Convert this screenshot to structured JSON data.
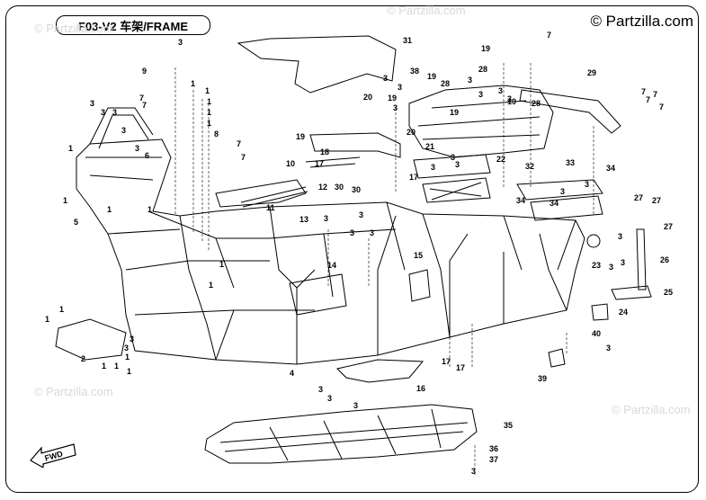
{
  "title": "F03-V2 车架/FRAME",
  "copyright": "© Partzilla.com",
  "watermark": "© Partzilla.com",
  "fwd_label": "FWD",
  "callouts": [
    {
      "id": "c1",
      "label": "3"
    },
    {
      "id": "c2",
      "label": "9"
    },
    {
      "id": "c3",
      "label": "3"
    },
    {
      "id": "c4",
      "label": "3"
    },
    {
      "id": "c5",
      "label": "3"
    },
    {
      "id": "c6",
      "label": "3"
    },
    {
      "id": "c7",
      "label": "7"
    },
    {
      "id": "c8",
      "label": "7"
    },
    {
      "id": "c9",
      "label": "1"
    },
    {
      "id": "c10",
      "label": "1"
    },
    {
      "id": "c11",
      "label": "1"
    },
    {
      "id": "c12",
      "label": "1"
    },
    {
      "id": "c13",
      "label": "1"
    },
    {
      "id": "c14",
      "label": "8"
    },
    {
      "id": "c15",
      "label": "7"
    },
    {
      "id": "c16",
      "label": "7"
    },
    {
      "id": "c17",
      "label": "6"
    },
    {
      "id": "c18",
      "label": "3"
    },
    {
      "id": "c19",
      "label": "1"
    },
    {
      "id": "c20",
      "label": "5"
    },
    {
      "id": "c21",
      "label": "31"
    },
    {
      "id": "c22",
      "label": "38"
    },
    {
      "id": "c23",
      "label": "3"
    },
    {
      "id": "c24",
      "label": "3"
    },
    {
      "id": "c25",
      "label": "19"
    },
    {
      "id": "c26",
      "label": "28"
    },
    {
      "id": "c27",
      "label": "3"
    },
    {
      "id": "c28",
      "label": "19"
    },
    {
      "id": "c29",
      "label": "28"
    },
    {
      "id": "c30",
      "label": "7"
    },
    {
      "id": "c31",
      "label": "19"
    },
    {
      "id": "c32",
      "label": "29"
    },
    {
      "id": "c33",
      "label": "3"
    },
    {
      "id": "c34",
      "label": "3"
    },
    {
      "id": "c35",
      "label": "28"
    },
    {
      "id": "c36",
      "label": "7"
    },
    {
      "id": "c37",
      "label": "7"
    },
    {
      "id": "c38",
      "label": "7"
    },
    {
      "id": "c39",
      "label": "19"
    },
    {
      "id": "c40",
      "label": "3"
    },
    {
      "id": "c41",
      "label": "20"
    },
    {
      "id": "c42",
      "label": "19"
    },
    {
      "id": "c43",
      "label": "19"
    },
    {
      "id": "c44",
      "label": "3"
    },
    {
      "id": "c45",
      "label": "20"
    },
    {
      "id": "c46",
      "label": "21"
    },
    {
      "id": "c47",
      "label": "18"
    },
    {
      "id": "c48",
      "label": "17"
    },
    {
      "id": "c49",
      "label": "3"
    },
    {
      "id": "c50",
      "label": "22"
    },
    {
      "id": "c51",
      "label": "3"
    },
    {
      "id": "c52",
      "label": "3"
    },
    {
      "id": "c53",
      "label": "17"
    },
    {
      "id": "c54",
      "label": "12"
    },
    {
      "id": "c55",
      "label": "30"
    },
    {
      "id": "c56",
      "label": "30"
    },
    {
      "id": "c57",
      "label": "10"
    },
    {
      "id": "c58",
      "label": "11"
    },
    {
      "id": "c59",
      "label": "13"
    },
    {
      "id": "c60",
      "label": "32"
    },
    {
      "id": "c61",
      "label": "33"
    },
    {
      "id": "c62",
      "label": "34"
    },
    {
      "id": "c63",
      "label": "34"
    },
    {
      "id": "c64",
      "label": "34"
    },
    {
      "id": "c65",
      "label": "3"
    },
    {
      "id": "c66",
      "label": "3"
    },
    {
      "id": "c67",
      "label": "27"
    },
    {
      "id": "c68",
      "label": "27"
    },
    {
      "id": "c69",
      "label": "27"
    },
    {
      "id": "c70",
      "label": "3"
    },
    {
      "id": "c71",
      "label": "3"
    },
    {
      "id": "c72",
      "label": "3"
    },
    {
      "id": "c73",
      "label": "23"
    },
    {
      "id": "c74",
      "label": "3"
    },
    {
      "id": "c75",
      "label": "26"
    },
    {
      "id": "c76",
      "label": "25"
    },
    {
      "id": "c77",
      "label": "24"
    },
    {
      "id": "c78",
      "label": "40"
    },
    {
      "id": "c79",
      "label": "3"
    },
    {
      "id": "c80",
      "label": "39"
    },
    {
      "id": "c81",
      "label": "14"
    },
    {
      "id": "c82",
      "label": "15"
    },
    {
      "id": "c83",
      "label": "3"
    },
    {
      "id": "c84",
      "label": "3"
    },
    {
      "id": "c85",
      "label": "3"
    },
    {
      "id": "c86",
      "label": "17"
    },
    {
      "id": "c87",
      "label": "17"
    },
    {
      "id": "c88",
      "label": "16"
    },
    {
      "id": "c89",
      "label": "3"
    },
    {
      "id": "c90",
      "label": "3"
    },
    {
      "id": "c91",
      "label": "3"
    },
    {
      "id": "c92",
      "label": "35"
    },
    {
      "id": "c93",
      "label": "36"
    },
    {
      "id": "c94",
      "label": "37"
    },
    {
      "id": "c95",
      "label": "3"
    },
    {
      "id": "c96",
      "label": "1"
    },
    {
      "id": "c97",
      "label": "1"
    },
    {
      "id": "c98",
      "label": "2"
    },
    {
      "id": "c99",
      "label": "1"
    },
    {
      "id": "c100",
      "label": "1"
    },
    {
      "id": "c101",
      "label": "1"
    },
    {
      "id": "c102",
      "label": "1"
    },
    {
      "id": "c103",
      "label": "4"
    },
    {
      "id": "c104",
      "label": "3"
    },
    {
      "id": "c105",
      "label": "3"
    },
    {
      "id": "c106",
      "label": "1"
    },
    {
      "id": "c107",
      "label": "1"
    },
    {
      "id": "c108",
      "label": "1"
    },
    {
      "id": "c109",
      "label": "7"
    },
    {
      "id": "c110",
      "label": "1"
    },
    {
      "id": "c111",
      "label": "1"
    }
  ]
}
